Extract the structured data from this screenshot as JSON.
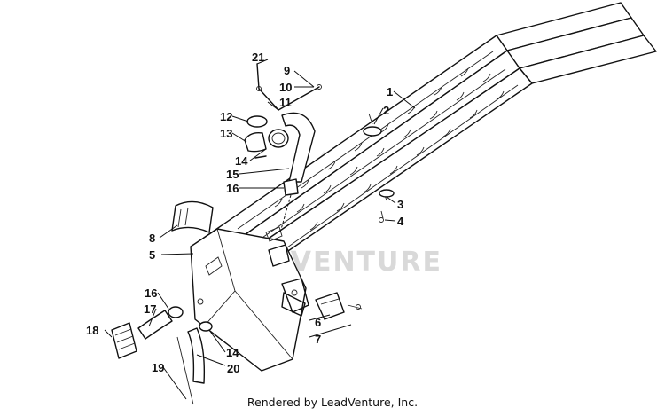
{
  "diagram": {
    "watermark": "LEADVENTURE",
    "footer": "Rendered by LeadVenture, Inc.",
    "callouts": [
      "1",
      "2",
      "3",
      "4",
      "5",
      "6",
      "7",
      "8",
      "9",
      "10",
      "11",
      "12",
      "13",
      "14",
      "14",
      "15",
      "16",
      "16",
      "17",
      "18",
      "19",
      "20",
      "21"
    ]
  }
}
